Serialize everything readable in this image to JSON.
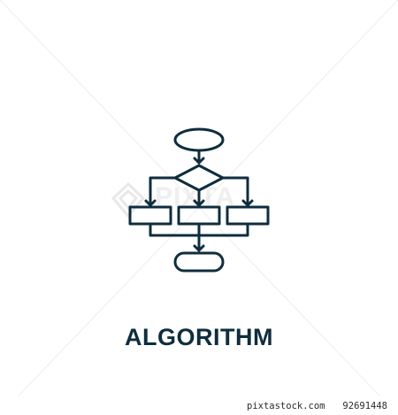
{
  "title": "ALGORITHM",
  "icon": "flowchart-algorithm-icon",
  "watermark": {
    "text": "PIXTA",
    "color": "#d8d8d8"
  },
  "footer": {
    "brand": "pixtastock.com",
    "image_id": "92691448"
  },
  "colors": {
    "icon_stroke": "#0f2d3e",
    "background": "#ffffff"
  }
}
